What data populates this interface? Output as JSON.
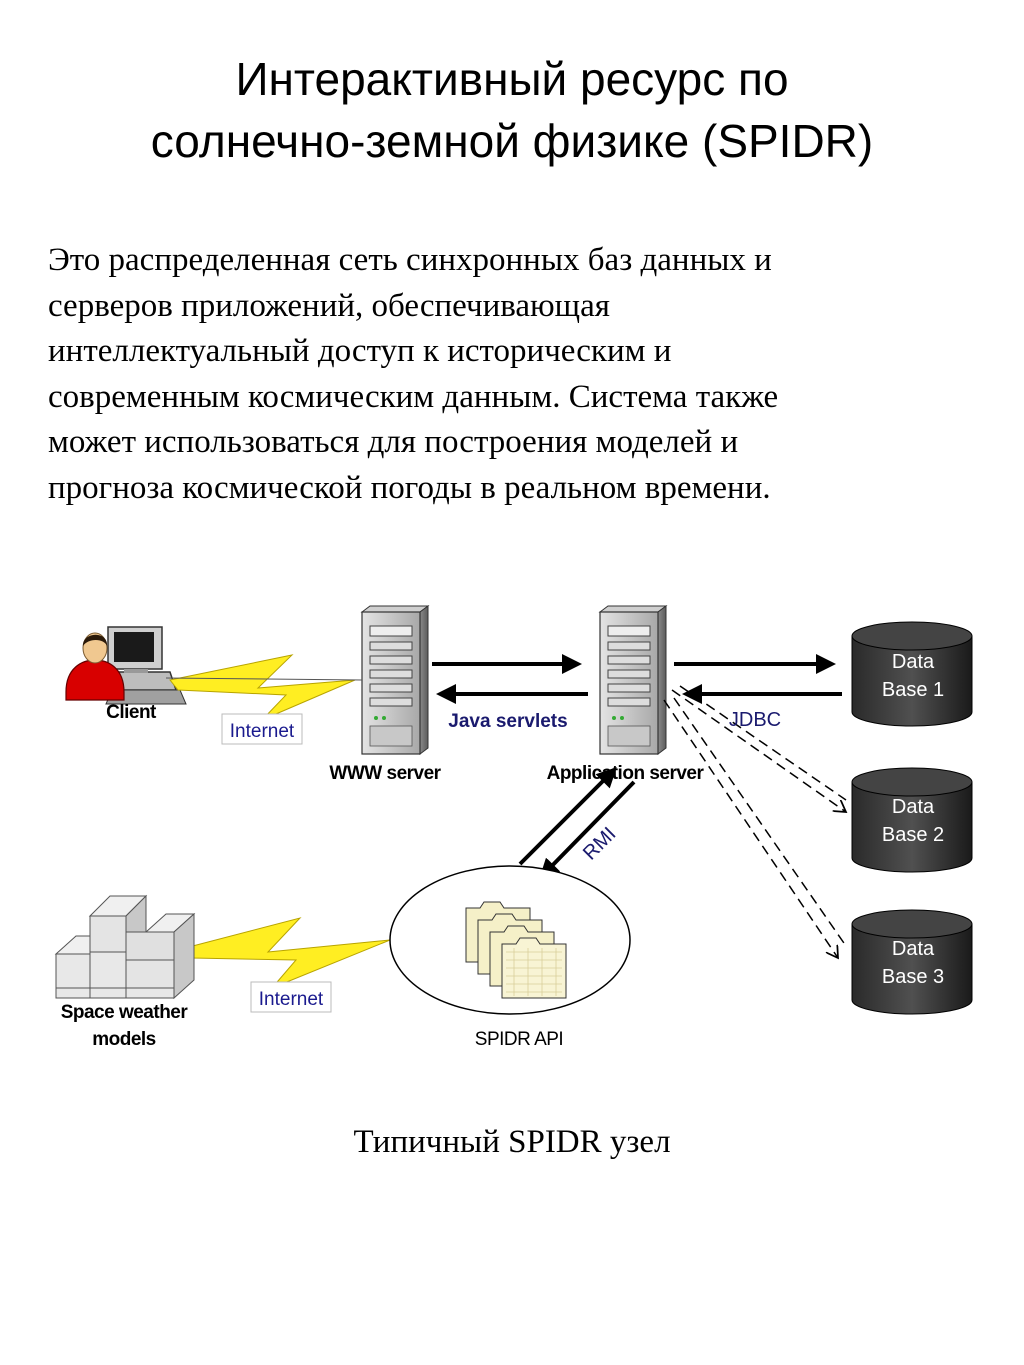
{
  "title": {
    "line1": "Интерактивный ресурс по",
    "line2": "солнечно-земной физике (SPIDR)"
  },
  "paragraph": {
    "lines": [
      "Это распределенная сеть синхронных баз данных и",
      "серверов приложений, обеспечивающая",
      "интеллектуальный доступ к историческим и",
      "современным космическим данным. Система также",
      "может использоваться для построения моделей и",
      "прогноза космической погоды в реальном времени."
    ]
  },
  "diagram": {
    "client_label": "Client",
    "internet_label_1": "Internet",
    "www_server_label": "WWW server",
    "java_servlets_label": "Java servlets",
    "app_server_label": "Application server",
    "jdbc_label": "JDBC",
    "rmi_label": "RMI",
    "models_label_1": "Space weather",
    "models_label_2": "models",
    "internet_label_2": "Internet",
    "spidr_api_label": "SPIDR API",
    "databases": [
      {
        "line1": "Data",
        "line2": "Base 1"
      },
      {
        "line1": "Data",
        "line2": "Base 2"
      },
      {
        "line1": "Data",
        "line2": "Base 3"
      }
    ]
  },
  "caption": "Типичный SPIDR узел"
}
